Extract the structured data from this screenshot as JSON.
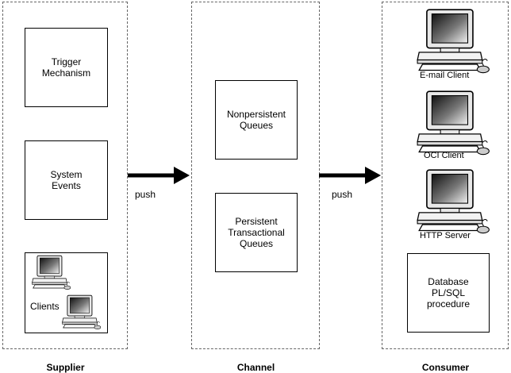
{
  "supplier": {
    "label": "Supplier",
    "boxes": [
      "Trigger\nMechanism",
      "System\nEvents"
    ],
    "clients_label": "Clients"
  },
  "channel": {
    "label": "Channel",
    "boxes": [
      "Nonpersistent\nQueues",
      "Persistent\nTransactional\nQueues"
    ]
  },
  "consumer": {
    "label": "Consumer",
    "computers": [
      "E-mail Client",
      "OCI Client",
      "HTTP Server"
    ],
    "database_box": "Database\nPL/SQL\nprocedure"
  },
  "arrows": [
    "push",
    "push"
  ],
  "icons": {
    "computer": "computer-icon",
    "arrow": "right-arrow-icon"
  }
}
